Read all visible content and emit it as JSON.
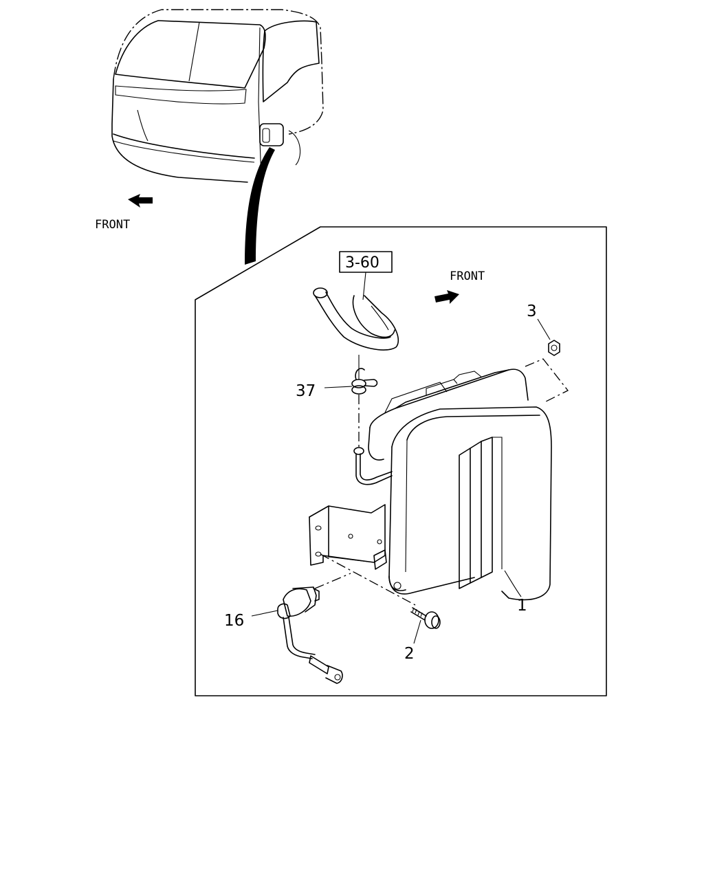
{
  "cab_view": {
    "front_label": "FRONT"
  },
  "detail_view": {
    "front_label": "FRONT",
    "reference_box": "3-60",
    "callouts": [
      "1",
      "2",
      "3",
      "16",
      "37"
    ]
  },
  "icons": {
    "cab": "truck-cab-outline-icon",
    "arrow_left": "front-arrow-left-icon",
    "arrow_right": "front-arrow-right-icon"
  }
}
